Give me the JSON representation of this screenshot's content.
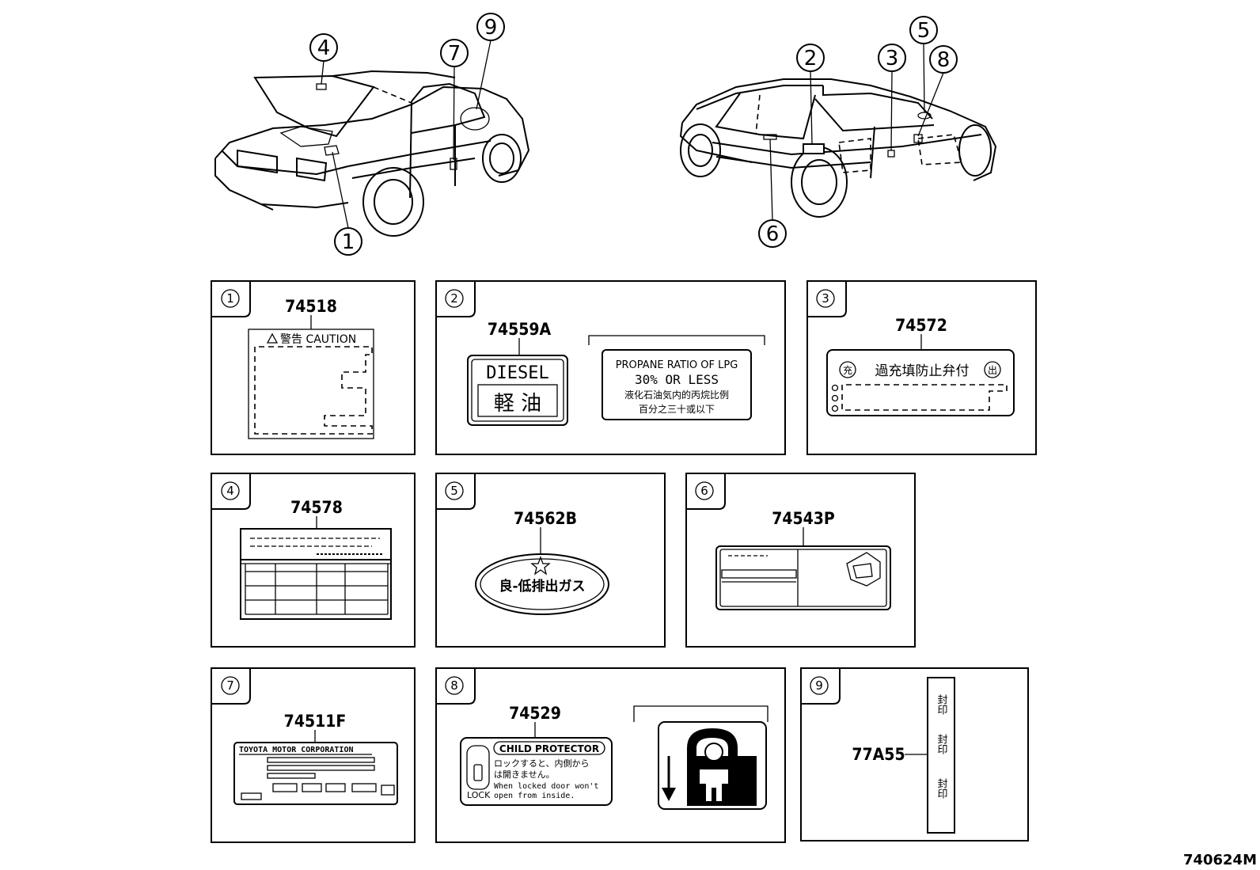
{
  "callouts": {
    "c1": "1",
    "c2": "2",
    "c3": "3",
    "c4": "4",
    "c5": "5",
    "c6": "6",
    "c7": "7",
    "c8": "8",
    "c9": "9"
  },
  "panels": {
    "p1": {
      "index": "1",
      "part": "74518",
      "caution": "警告 CAUTION"
    },
    "p2": {
      "index": "2",
      "part": "74559A",
      "diesel": "DIESEL",
      "diesel_jp": "軽 油",
      "lpg_line1": "PROPANE RATIO OF LPG",
      "lpg_line2": "30% OR LESS",
      "lpg_line3": "液化石油気内的丙烷比例",
      "lpg_line4": "百分之三十或以下"
    },
    "p3": {
      "index": "3",
      "part": "74572",
      "left_badge": "充",
      "text": "過充填防止弁付",
      "right_badge": "出"
    },
    "p4": {
      "index": "4",
      "part": "74578"
    },
    "p5": {
      "index": "5",
      "part": "74562B",
      "text": "良-低排出ガス"
    },
    "p6": {
      "index": "6",
      "part": "74543P"
    },
    "p7": {
      "index": "7",
      "part": "74511F",
      "corp": "TOYOTA MOTOR CORPORATION"
    },
    "p8": {
      "index": "8",
      "part": "74529",
      "title": "CHILD PROTECTOR",
      "jp1": "ロックすると、内側から",
      "jp2": "は開きません。",
      "lock": "LOCK",
      "en1": "When locked door won't",
      "en2": "open from inside."
    },
    "p9": {
      "index": "9",
      "part": "77A55",
      "seal1": "封印",
      "seal2": "封印",
      "seal3": "封印"
    }
  },
  "footer": {
    "code": "740624M"
  }
}
